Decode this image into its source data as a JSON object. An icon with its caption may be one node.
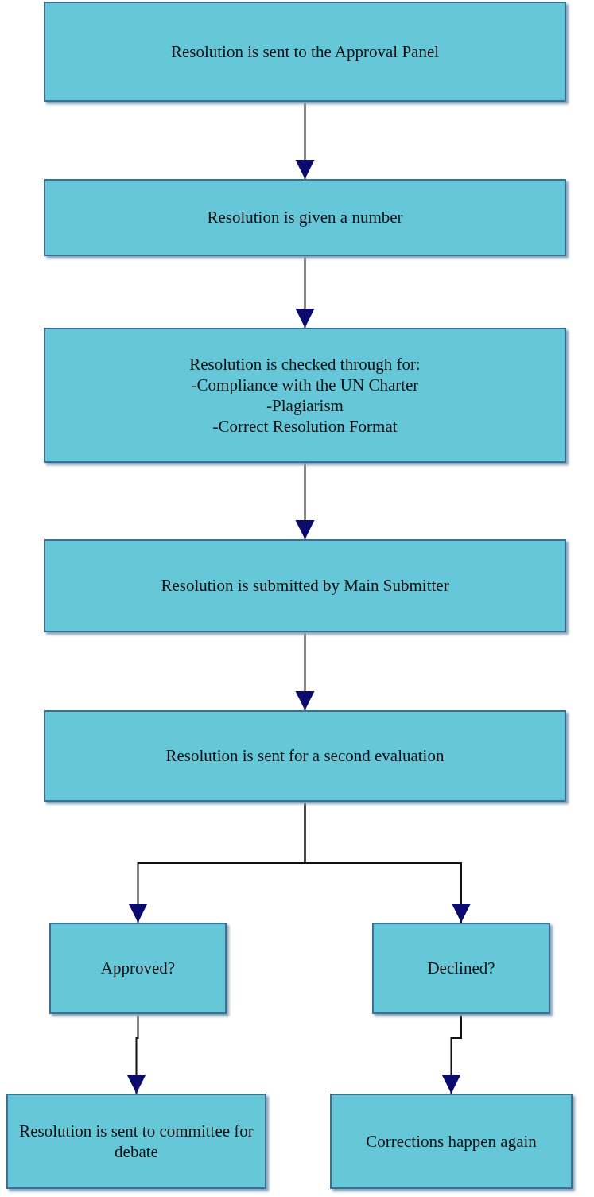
{
  "diagram": {
    "nodes": [
      {
        "text": [
          "Resolution is sent to the Approval Panel"
        ]
      },
      {
        "text": [
          "Resolution is given a number"
        ]
      },
      {
        "text": [
          "Resolution is checked through for:",
          "-Compliance with the UN Charter",
          "-Plagiarism",
          "-Correct Resolution Format"
        ]
      },
      {
        "text": [
          "Resolution is submitted by Main Submitter"
        ]
      },
      {
        "text": [
          "Resolution is sent for a second evaluation"
        ]
      },
      {
        "text": [
          "Approved?"
        ]
      },
      {
        "text": [
          "Declined?"
        ]
      },
      {
        "text": [
          "Resolution is sent to committee for debate"
        ]
      },
      {
        "text": [
          "Corrections happen again"
        ]
      }
    ],
    "edges": [
      {
        "from": 0,
        "to": 1,
        "arrow": "to"
      },
      {
        "from": 1,
        "to": 2,
        "arrow": "to"
      },
      {
        "from": 2,
        "to": 3,
        "arrow": "to"
      },
      {
        "from": 3,
        "to": 4,
        "arrow": "to"
      },
      {
        "from": 4,
        "to": 5,
        "arrow": "to"
      },
      {
        "from": 4,
        "to": 6,
        "arrow": "to"
      },
      {
        "from": 5,
        "to": 7,
        "arrow": "to"
      },
      {
        "from": 6,
        "to": 8,
        "arrow": "to"
      }
    ]
  }
}
